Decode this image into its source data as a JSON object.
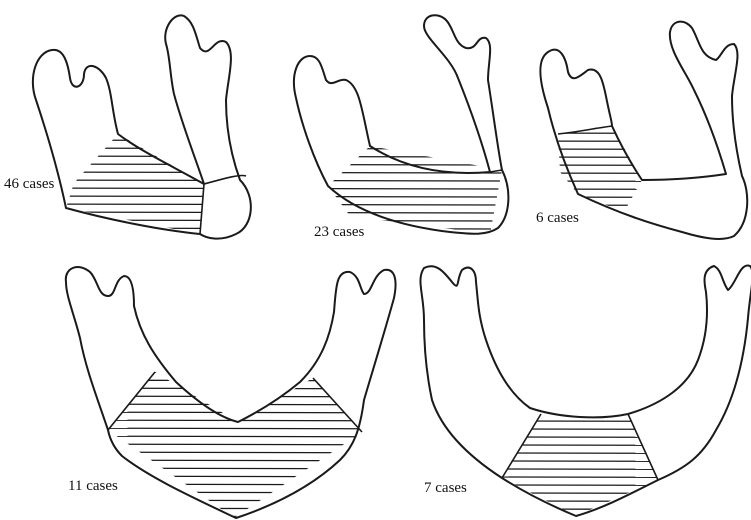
{
  "panels": [
    {
      "id": "panel-1",
      "caption": "46 cases"
    },
    {
      "id": "panel-2",
      "caption": "23 cases"
    },
    {
      "id": "panel-3",
      "caption": "6 cases"
    },
    {
      "id": "panel-4",
      "caption": "11 cases"
    },
    {
      "id": "panel-5",
      "caption": "7 cases"
    }
  ]
}
